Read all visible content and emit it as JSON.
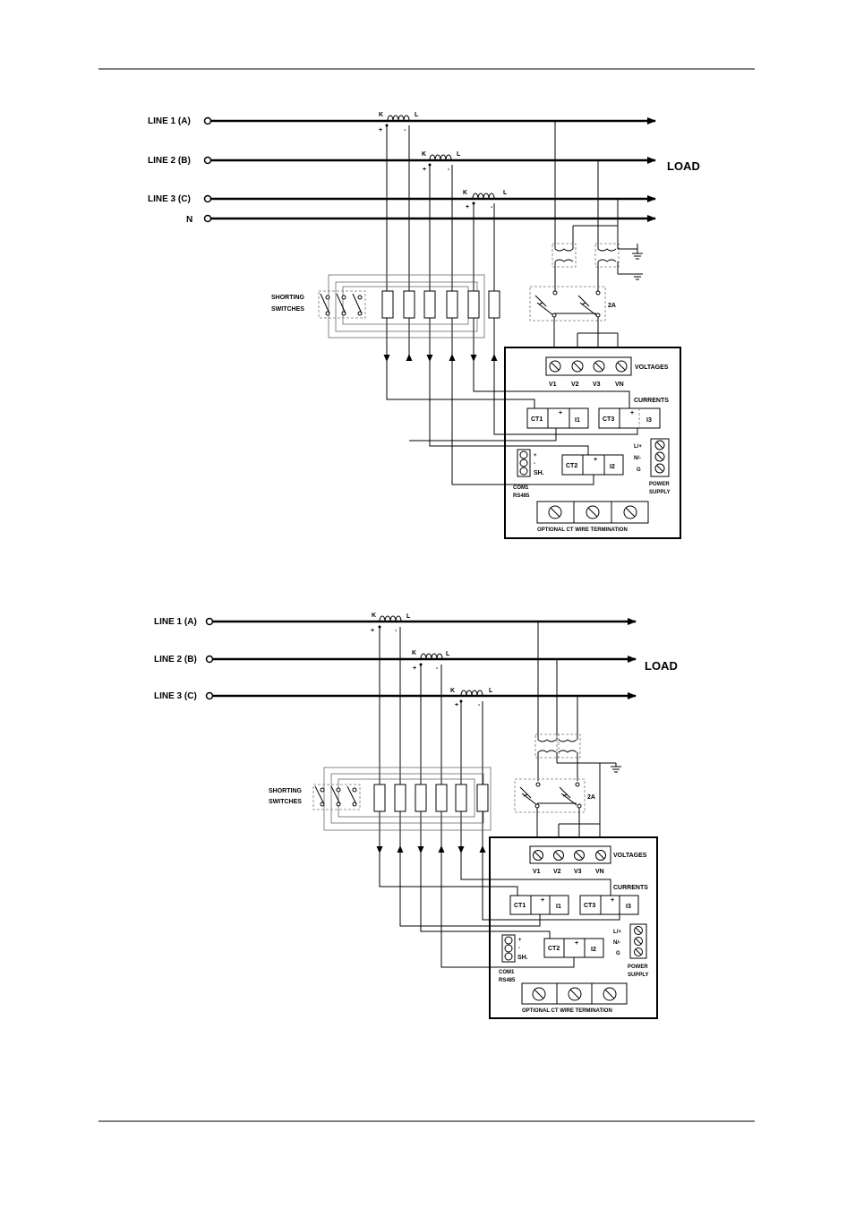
{
  "diagram1": {
    "lines": [
      "LINE 1 (A)",
      "LINE 2 (B)",
      "LINE 3 (C)",
      "N"
    ],
    "load": "LOAD",
    "ct_k": "K",
    "ct_l": "L",
    "plus": "+",
    "minus": "-",
    "shorting": [
      "SHORTING",
      "SWITCHES"
    ],
    "fuse": "2A",
    "voltages": "VOLTAGES",
    "v_terms": [
      "V1",
      "V2",
      "V3",
      "VN"
    ],
    "currents": "CURRENTS",
    "ct1": "CT1",
    "i1": "I1",
    "ct3": "CT3",
    "i3": "I3",
    "ct2": "CT2",
    "i2": "I2",
    "com": [
      "COM1",
      "RS485"
    ],
    "sh": "SH.",
    "ps_terms": [
      "L/+",
      "N/-",
      "G"
    ],
    "power": [
      "POWER",
      "SUPPLY"
    ],
    "optional": "OPTIONAL CT WIRE TERMINATION"
  },
  "diagram2": {
    "lines": [
      "LINE 1 (A)",
      "LINE 2 (B)",
      "LINE 3 (C)"
    ],
    "load": "LOAD",
    "ct_k": "K",
    "ct_l": "L",
    "plus": "+",
    "minus": "-",
    "shorting": [
      "SHORTING",
      "SWITCHES"
    ],
    "fuse": "2A",
    "voltages": "VOLTAGES",
    "v_terms": [
      "V1",
      "V2",
      "V3",
      "VN"
    ],
    "currents": "CURRENTS",
    "ct1": "CT1",
    "i1": "I1",
    "ct3": "CT3",
    "i3": "I3",
    "ct2": "CT2",
    "i2": "I2",
    "com": [
      "COM1",
      "RS485"
    ],
    "sh": "SH.",
    "ps_terms": [
      "L/+",
      "N/-",
      "G"
    ],
    "power": [
      "POWER",
      "SUPPLY"
    ],
    "optional": "OPTIONAL CT WIRE TERMINATION"
  }
}
